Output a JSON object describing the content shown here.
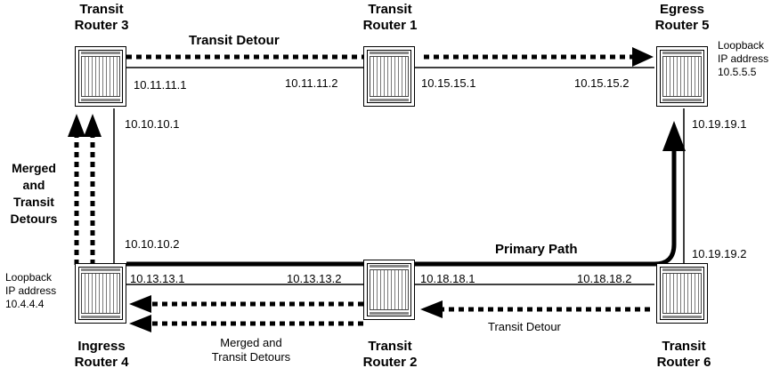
{
  "routers": {
    "r3": {
      "label": "Transit\nRouter 3"
    },
    "r1": {
      "label": "Transit\nRouter 1"
    },
    "r5": {
      "label": "Egress\nRouter 5"
    },
    "r4": {
      "label": "Ingress\nRouter 4"
    },
    "r2": {
      "label": "Transit\nRouter 2"
    },
    "r6": {
      "label": "Transit\nRouter 6"
    }
  },
  "loopbacks": {
    "r5": "Loopback\nIP address\n10.5.5.5",
    "r4": "Loopback\nIP address\n10.4.4.4"
  },
  "ips": {
    "r3_r1_a": "10.11.11.1",
    "r3_r1_b": "10.11.11.2",
    "r1_r5_a": "10.15.15.1",
    "r1_r5_b": "10.15.15.2",
    "r3_r4_a": "10.10.10.1",
    "r3_r4_b": "10.10.10.2",
    "r5_r6_a": "10.19.19.1",
    "r5_r6_b": "10.19.19.2",
    "r4_r2_a": "10.13.13.1",
    "r4_r2_b": "10.13.13.2",
    "r2_r6_a": "10.18.18.1",
    "r2_r6_b": "10.18.18.2"
  },
  "path_labels": {
    "transit_detour_top": "Transit Detour",
    "merged_left": "Merged\nand\nTransit\nDetours",
    "primary_path": "Primary Path",
    "merged_bottom": "Merged and\nTransit Detours",
    "transit_detour_bottom": "Transit Detour"
  }
}
